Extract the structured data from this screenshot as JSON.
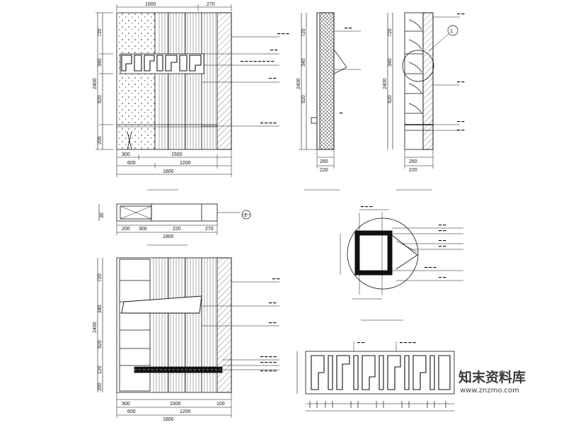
{
  "dimensions": {
    "top_width": "1500",
    "top_right": "270",
    "h_720": "720",
    "h_340": "340",
    "h_total": "2400",
    "h_920": "920",
    "h_200": "200",
    "h_120": "120",
    "w_300": "300",
    "w_1500": "1500",
    "w_600": "600",
    "w_1200": "1200",
    "w_total": "1800",
    "w_200": "200",
    "w_220": "220",
    "w_100": "100",
    "side_260": "260",
    "side_220": "220",
    "plan_30": "30",
    "marker_2": "2",
    "marker_1": "1"
  },
  "watermark": {
    "chinese": "知末资料库",
    "url": "www.znzmo.com"
  }
}
